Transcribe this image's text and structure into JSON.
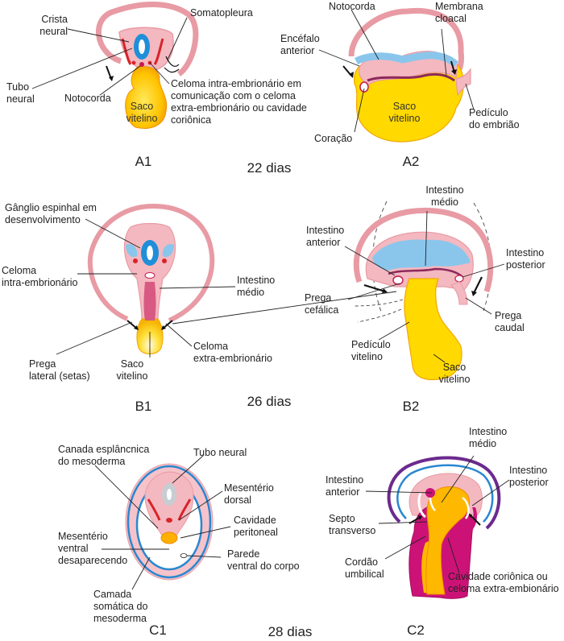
{
  "panels": {
    "a1": {
      "id": "A1",
      "labels": {
        "crista1": "Crista",
        "crista2": "neural",
        "somato": "Somatopleura",
        "tubo1": "Tubo",
        "tubo2": "neural",
        "notocorda": "Notocorda",
        "celoma1": "Celoma intra-embrionário em",
        "celoma2": "comunicação com o celoma",
        "celoma3": "extra-embrionário ou cavidade",
        "celoma4": "coriônica",
        "saco1": "Saco",
        "saco2": "vitelino"
      }
    },
    "a2": {
      "id": "A2",
      "labels": {
        "notocorda": "Notocorda",
        "membrana1": "Membrana",
        "membrana2": "cloacal",
        "encefalo1": "Encéfalo",
        "encefalo2": "anterior",
        "pediculo1": "Pedículo",
        "pediculo2": "do embrião",
        "coracao": "Coração",
        "saco1": "Saco",
        "saco2": "vitelino"
      }
    },
    "b1": {
      "id": "B1",
      "labels": {
        "ganglio1": "Gânglio espinhal em",
        "ganglio2": "desenvolvimento",
        "celoma1": "Celoma",
        "celoma2": "intra-embrionário",
        "intestino1": "Intestino",
        "intestino2": "médio",
        "prega1": "Prega",
        "prega2": "lateral (setas)",
        "saco1": "Saco",
        "saco2": "vitelino",
        "celomaext1": "Celoma",
        "celomaext2": "extra-embrionário"
      }
    },
    "b2": {
      "id": "B2",
      "labels": {
        "medio1": "Intestino",
        "medio2": "médio",
        "anterior1": "Intestino",
        "anterior2": "anterior",
        "posterior1": "Intestino",
        "posterior2": "posterior",
        "cefalica1": "Prega",
        "cefalica2": "cefálica",
        "caudal1": "Prega",
        "caudal2": "caudal",
        "pediculo1": "Pedículo",
        "pediculo2": "vitelino",
        "saco1": "Saco",
        "saco2": "vitelino"
      }
    },
    "c1": {
      "id": "C1",
      "labels": {
        "canada1": "Canada esplâncnica",
        "canada2": "do mesoderma",
        "tubo": "Tubo neural",
        "mesdorsal1": "Mesentério",
        "mesdorsal2": "dorsal",
        "cavidade1": "Cavidade",
        "cavidade2": "peritoneal",
        "mesventral1": "Mesentério",
        "mesventral2": "ventral",
        "mesventral3": "desaparecendo",
        "parede1": "Parede",
        "parede2": "ventral do corpo",
        "camada1": "Camada",
        "camada2": "somática do",
        "camada3": "mesoderma"
      }
    },
    "c2": {
      "id": "C2",
      "labels": {
        "medio1": "Intestino",
        "medio2": "médio",
        "anterior1": "Intestino",
        "anterior2": "anterior",
        "posterior1": "Intestino",
        "posterior2": "posterior",
        "septo1": "Septo",
        "septo2": "transverso",
        "cordao1": "Cordão",
        "cordao2": "umbilical",
        "cavidade1": "Cavidade coriônica ou",
        "cavidade2": "celoma extra-embionário"
      }
    }
  },
  "stages": {
    "day22": "22 dias",
    "day26": "26 dias",
    "day28": "28 dias"
  },
  "colors": {
    "skin": "#e89ba4",
    "tissue": "#f4b8c0",
    "yolk": "#ffd900",
    "yolk_dark": "#f3a300",
    "neural": "#1e8fd8",
    "gut_blue": "#8ac6ec",
    "red": "#d8232a",
    "magenta": "#cc1277",
    "purple": "#6c2a8e"
  }
}
